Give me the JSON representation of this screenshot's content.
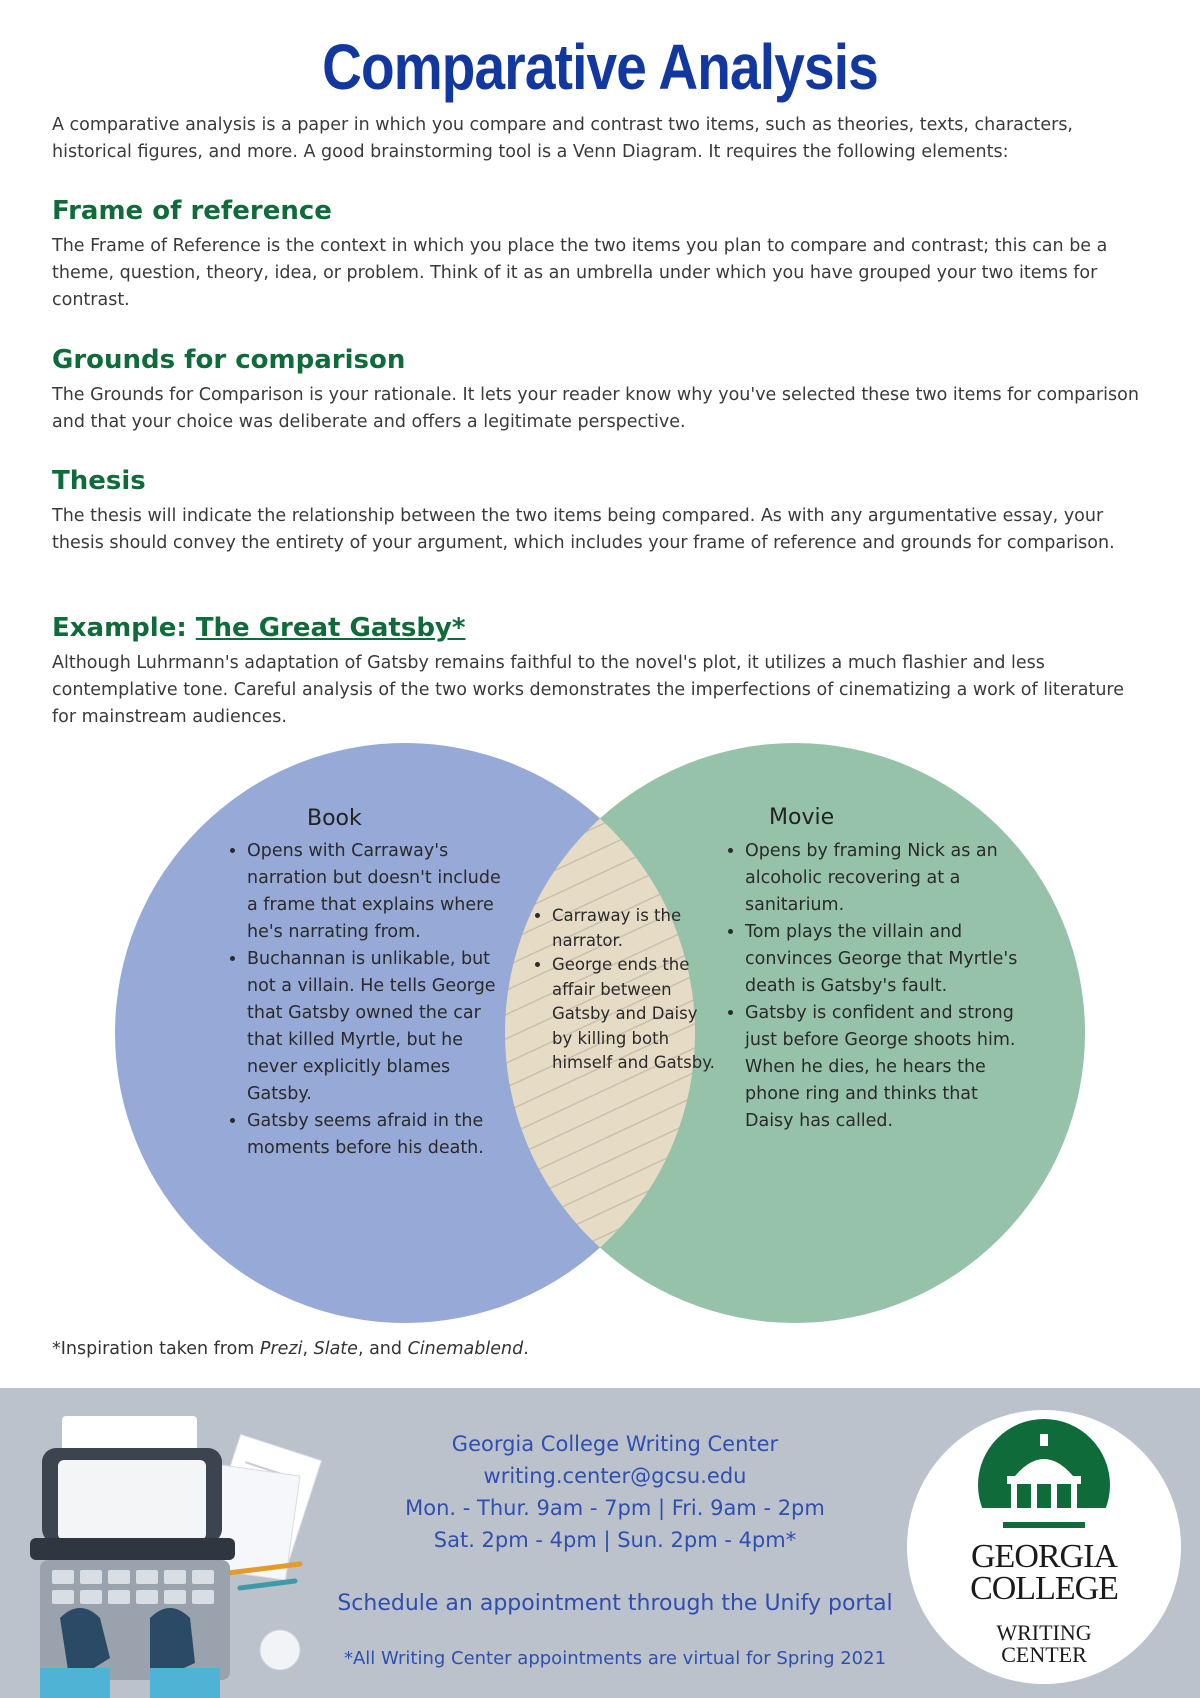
{
  "title": "Comparative Analysis",
  "intro": "A comparative analysis is a paper in which you compare and contrast two items, such as theories, texts, characters, historical figures, and more. A good brainstorming tool is a Venn Diagram. It requires the following elements:",
  "sections": [
    {
      "heading": "Frame of reference",
      "body": "The Frame of Reference is the context in which you place the two items you plan to compare and contrast; this can be a theme, question, theory, idea, or problem. Think of it as an umbrella under which you have grouped your two items for contrast."
    },
    {
      "heading": "Grounds for comparison",
      "body": "The Grounds for Comparison is your rationale. It lets your reader know why you've selected these two items for comparison and that your choice was deliberate and offers a legitimate perspective."
    },
    {
      "heading": "Thesis",
      "body": "The thesis will indicate the relationship between the two items being compared. As with any argumentative essay, your thesis should convey the entirety of your argument, which includes your frame of reference and grounds for comparison."
    }
  ],
  "example": {
    "heading_prefix": "Example: ",
    "heading_link": "The Great Gatsby*",
    "body": "Although Luhrmann's adaptation of Gatsby remains faithful to the novel's plot, it utilizes a much flashier and less contemplative tone. Careful analysis of the two works demonstrates the imperfections of cinematizing a work of literature for mainstream audiences."
  },
  "venn": {
    "colors": {
      "left": "#97a9d6",
      "right": "#97c2aa",
      "overlap": "#e6dcc6",
      "stripe": "#c8c0ae"
    },
    "left": {
      "label": "Book",
      "items": [
        "Opens with Carraway's narration but doesn't include a frame that explains where he's narrating from.",
        "Buchannan is unlikable, but not a villain. He tells George that Gatsby owned the car that killed Myrtle, but he never explicitly blames Gatsby.",
        "Gatsby seems afraid in the moments before his death."
      ]
    },
    "right": {
      "label": "Movie",
      "items": [
        "Opens by framing Nick as an alcoholic recovering at a sanitarium.",
        "Tom plays the villain and convinces George that Myrtle's death is Gatsby's fault.",
        "Gatsby is confident and strong just before George shoots him. When he dies, he hears the phone ring and thinks that Daisy has called."
      ]
    },
    "overlap": {
      "items": [
        "Carraway is the narrator.",
        "George ends the affair between Gatsby and Daisy by killing both himself and Gatsby."
      ]
    }
  },
  "footnote": {
    "prefix": "*Inspiration taken from ",
    "s1": "Prezi",
    "sep1": ", ",
    "s2": "Slate",
    "sep2": ", and ",
    "s3": "Cinemablend",
    "end": "."
  },
  "footer": {
    "lines": [
      "Georgia College Writing Center",
      "writing.center@gcsu.edu",
      "Mon. - Thur. 9am - 7pm | Fri. 9am - 2pm",
      "Sat. 2pm - 4pm | Sun. 2pm - 4pm*"
    ],
    "schedule": "Schedule an appointment through the Unify portal",
    "note": "*All Writing Center appointments are virtual for Spring 2021",
    "logo": {
      "line1": "GEORGIA",
      "line2": "COLLEGE",
      "line3": "WRITING",
      "line4": "CENTER"
    },
    "colors": {
      "background": "#bcc2cc",
      "text": "#2f4fb0",
      "logo_green": "#0f6b3a"
    }
  }
}
